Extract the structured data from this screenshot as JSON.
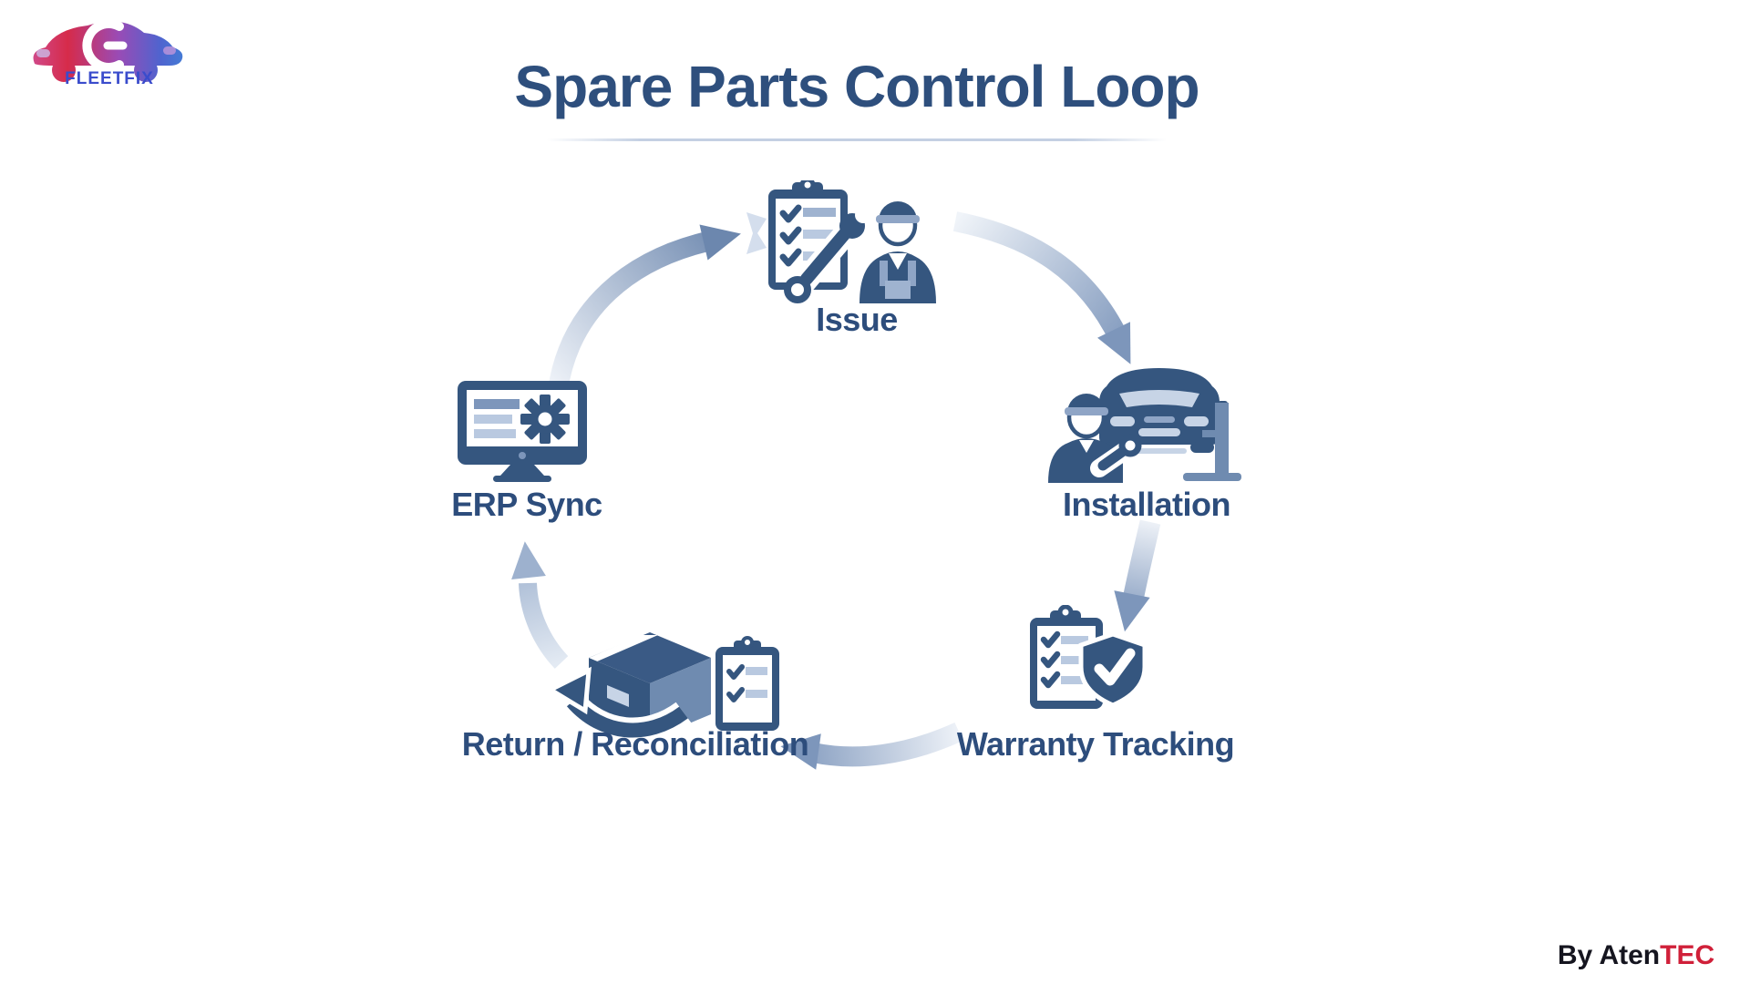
{
  "header": {
    "title": "Spare Parts Control Loop",
    "title_color": "#2e4f7d"
  },
  "logo": {
    "brand": "FLEETFIX",
    "brand_color": "#3a4ccc",
    "icon": "gradient-car-wrench-logo",
    "gradient": [
      "#cf4f96",
      "#d62b4a",
      "#9a4bb5",
      "#3f86d8"
    ]
  },
  "diagram": {
    "type": "cycle",
    "nodes": [
      {
        "id": "issue",
        "label": "Issue",
        "icon": "clipboard-checklist-wrench-mechanic-icon"
      },
      {
        "id": "installation",
        "label": "Installation",
        "icon": "car-on-lift-mechanic-icon"
      },
      {
        "id": "warranty",
        "label": "Warranty Tracking",
        "icon": "clipboard-shield-check-icon"
      },
      {
        "id": "return",
        "label": "Return / Reconciliation",
        "icon": "return-box-arrow-clipboard-icon"
      },
      {
        "id": "erp",
        "label": "ERP Sync",
        "icon": "monitor-gear-icon"
      }
    ],
    "edges": [
      {
        "from": "Issue",
        "to": "Installation"
      },
      {
        "from": "Installation",
        "to": "Warranty Tracking"
      },
      {
        "from": "Warranty Tracking",
        "to": "Return / Reconciliation"
      },
      {
        "from": "Return / Reconciliation",
        "to": "ERP Sync"
      },
      {
        "from": "ERP Sync",
        "to": "Issue"
      }
    ],
    "colors": {
      "icon_dark": "#35567f",
      "icon_mid": "#8fa5c6",
      "icon_light": "#b9c9e0",
      "label": "#2d4d7c",
      "arrow_tail": "#eef2f8",
      "arrow_head": "#7690b7"
    }
  },
  "footer": {
    "credit_prefix": "By Aten",
    "credit_suffix": "TEC",
    "prefix_color": "#15151f",
    "suffix_color": "#d02039"
  }
}
